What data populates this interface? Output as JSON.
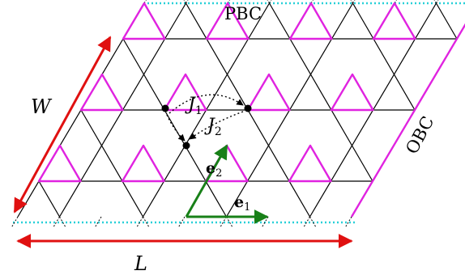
{
  "labels": {
    "pbc": "PBC",
    "obc": "OBC",
    "width": "W",
    "length": "L",
    "j1": "J",
    "j1_sub": "1",
    "j2": "J",
    "j2_sub": "2",
    "e1": "e",
    "e1_sub": "1",
    "e2": "e",
    "e2_sub": "2"
  },
  "colors": {
    "triangle": "#e023e0",
    "lattice": "#000000",
    "pbc_line": "#28d0d8",
    "dimension_arrow": "#e01010",
    "basis_vector": "#188018"
  },
  "lattice": {
    "columns": 4,
    "rows": 3
  }
}
